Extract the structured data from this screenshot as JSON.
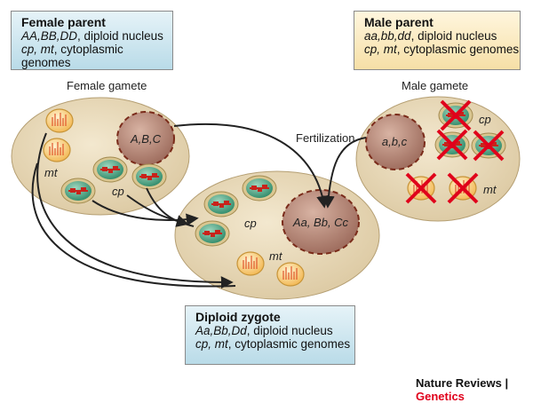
{
  "female_parent": {
    "title": "Female parent",
    "nucleus_genotype": "AA,BB,DD",
    "nucleus_text": ", diploid nucleus",
    "cyto_genomes": "cp, mt",
    "cyto_text": ", cytoplasmic genomes"
  },
  "male_parent": {
    "title": "Male parent",
    "nucleus_genotype": "aa,bb,dd",
    "nucleus_text": ", diploid nucleus",
    "cyto_genomes": "cp, mt",
    "cyto_text": ", cytoplasmic genomes"
  },
  "diploid_zygote": {
    "title": "Diploid zygote",
    "nucleus_genotype": "Aa,Bb,Dd",
    "nucleus_text": ", diploid nucleus",
    "cyto_genomes": "cp, mt",
    "cyto_text": ", cytoplasmic genomes"
  },
  "female_gamete": {
    "label": "Female gamete",
    "nucleus": "A,B,C",
    "mt_label": "mt",
    "cp_label": "cp"
  },
  "male_gamete": {
    "label": "Male gamete",
    "nucleus": "a,b,c",
    "mt_label": "mt",
    "cp_label": "cp"
  },
  "zygote": {
    "nucleus": "Aa, Bb, Cc",
    "mt_label": "mt",
    "cp_label": "cp"
  },
  "fertilization_label": "Fertilization",
  "credit": {
    "journal": "Nature Reviews",
    "separator": " | ",
    "section": "Genetics"
  },
  "colors": {
    "cell": "#e8d9b8",
    "nucleus": "#a9786a",
    "chloroplast": "#3f9a7c",
    "mito": "#f6c36a",
    "cross": "#e0001b"
  }
}
